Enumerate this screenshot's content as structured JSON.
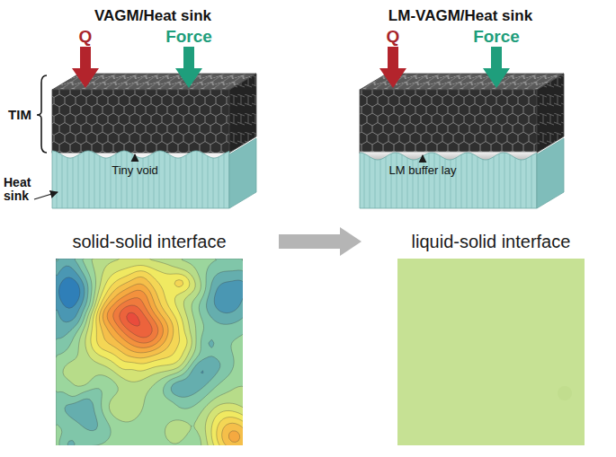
{
  "diagram": {
    "nodes": [
      {
        "text": [
          "solid-solid interface"
        ]
      },
      {
        "text": [
          "liquid-solid interface"
        ]
      }
    ],
    "edges": [
      {
        "from": 0,
        "to": 1,
        "arrow": "to"
      }
    ],
    "labels": [
      "VAGM/Heat sink",
      "Q",
      "Force",
      "TIM",
      "Heat sink",
      "Tiny void",
      "LM-VAGM/Heat sink",
      "Q",
      "Force",
      "LM buffer lay"
    ]
  }
}
